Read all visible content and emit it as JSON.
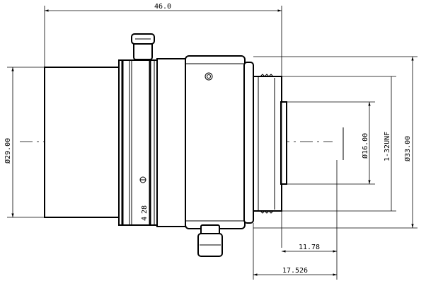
{
  "drawing": {
    "dimensions": {
      "overall_length": "46.0",
      "front_diameter": "Ø29.00",
      "rear_diameter": "Ø16.00",
      "thread": "1-32UNF",
      "body_diameter": "Ø33.00",
      "flange_to_sensor": "11.78",
      "flange_back": "17.526"
    },
    "ring_marks": {
      "aperture_min": "4",
      "aperture_max": "28"
    },
    "line_color": "#000000",
    "background": "#ffffff"
  }
}
